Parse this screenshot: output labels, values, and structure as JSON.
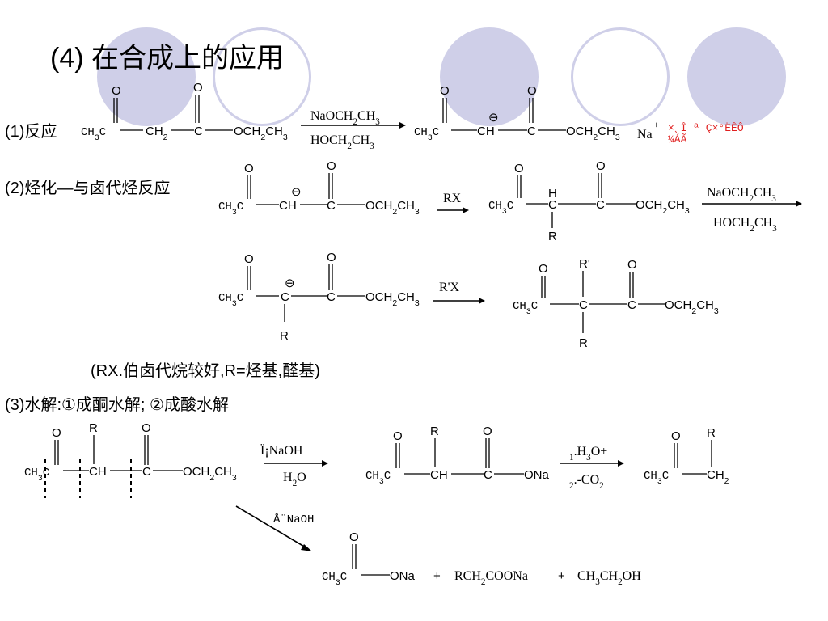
{
  "slide": {
    "title": "(4) 在合成上的应用",
    "sections": {
      "reaction_label": "(1)反应",
      "alkylation_label": "(2)烃化—与卤代烃反应",
      "note": "(RX.伯卤代烷较好,R=烃基,醛基)",
      "hydrolysis_label": "(3)水解:①成酮水解; ②成酸水解"
    }
  },
  "scheme1": {
    "start": {
      "ch3c": "CH3C",
      "ch2": "CH2",
      "c": "C",
      "oet": "OCH2CH3",
      "o": "O"
    },
    "reagent_top": "NaOCH2CH3",
    "reagent_bottom": "HOCH2CH3",
    "product": {
      "ch3c": "CH3C",
      "ch": "CH",
      "c": "C",
      "oet": "OCH2CH3",
      "o": "O",
      "charge": "⊖",
      "counterion": "Na",
      "plus": "+"
    },
    "garbled_top": "×¸Î ª Ç×°ËÊÔ",
    "garbled_bottom": "¼ÁÃ"
  },
  "scheme2": {
    "reagent_rx": "RX",
    "reagent2_top": "NaOCH2CH3",
    "reagent2_bottom": "HOCH2CH3",
    "reagent3": "R'X",
    "anion": {
      "ch3c": "CH3C",
      "ch": "CH",
      "c": "C",
      "oet": "OCH2CH3",
      "o": "O",
      "charge": "⊖"
    },
    "alkylated": {
      "ch3c": "CH3C",
      "c": "C",
      "c2": "C",
      "h": "H",
      "r": "R",
      "oet": "OCH2CH3",
      "o": "O"
    },
    "anion2": {
      "ch3c": "CH3C",
      "c": "C",
      "c2": "C",
      "r": "R",
      "oet": "OCH2CH3",
      "o": "O",
      "charge": "⊖"
    },
    "dialkylated": {
      "ch3c": "CH3C",
      "c": "C",
      "c2": "C",
      "r": "R",
      "r2": "R'",
      "oet": "OCH2CH3",
      "o": "O"
    }
  },
  "scheme3": {
    "start": {
      "ch3c": "CH3C",
      "ch": "CH",
      "c": "C",
      "r": "R",
      "oet": "OCH2CH3",
      "o": "O"
    },
    "reagent_dilute_top": "Ï¡NaOH",
    "reagent_dilute_bottom": "H2O",
    "salt": {
      "ch3c": "CH3C",
      "ch": "CH",
      "c": "C",
      "r": "R",
      "ona": "ONa",
      "o": "O"
    },
    "acid_step_top": "1.H3O+",
    "acid_step_bottom": "2.-CO2",
    "ketone": {
      "ch3c": "CH3C",
      "ch2": "CH2",
      "r": "R",
      "o": "O"
    },
    "reagent_conc": "Å¨NaOH",
    "acid_products": {
      "ch3c": "CH3C",
      "ona": "ONa",
      "o": "O",
      "plus1": "+",
      "salt2": "RCH2COONa",
      "plus2": "+",
      "alcohol": "CH3CH2OH"
    }
  },
  "colors": {
    "accent_circle": "#cfcfe8",
    "garbled_text": "#e02020"
  }
}
